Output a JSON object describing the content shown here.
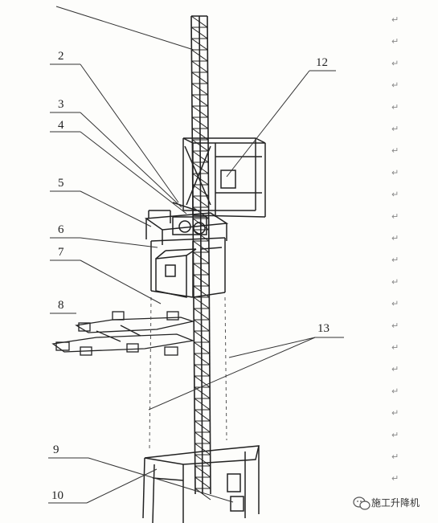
{
  "labels": [
    "2",
    "3",
    "4",
    "5",
    "6",
    "7",
    "8",
    "9",
    "10",
    "12",
    "13"
  ],
  "paragraph_mark": "↵",
  "watermark": {
    "text": "施工升降机",
    "icon": "wechat-icon"
  }
}
